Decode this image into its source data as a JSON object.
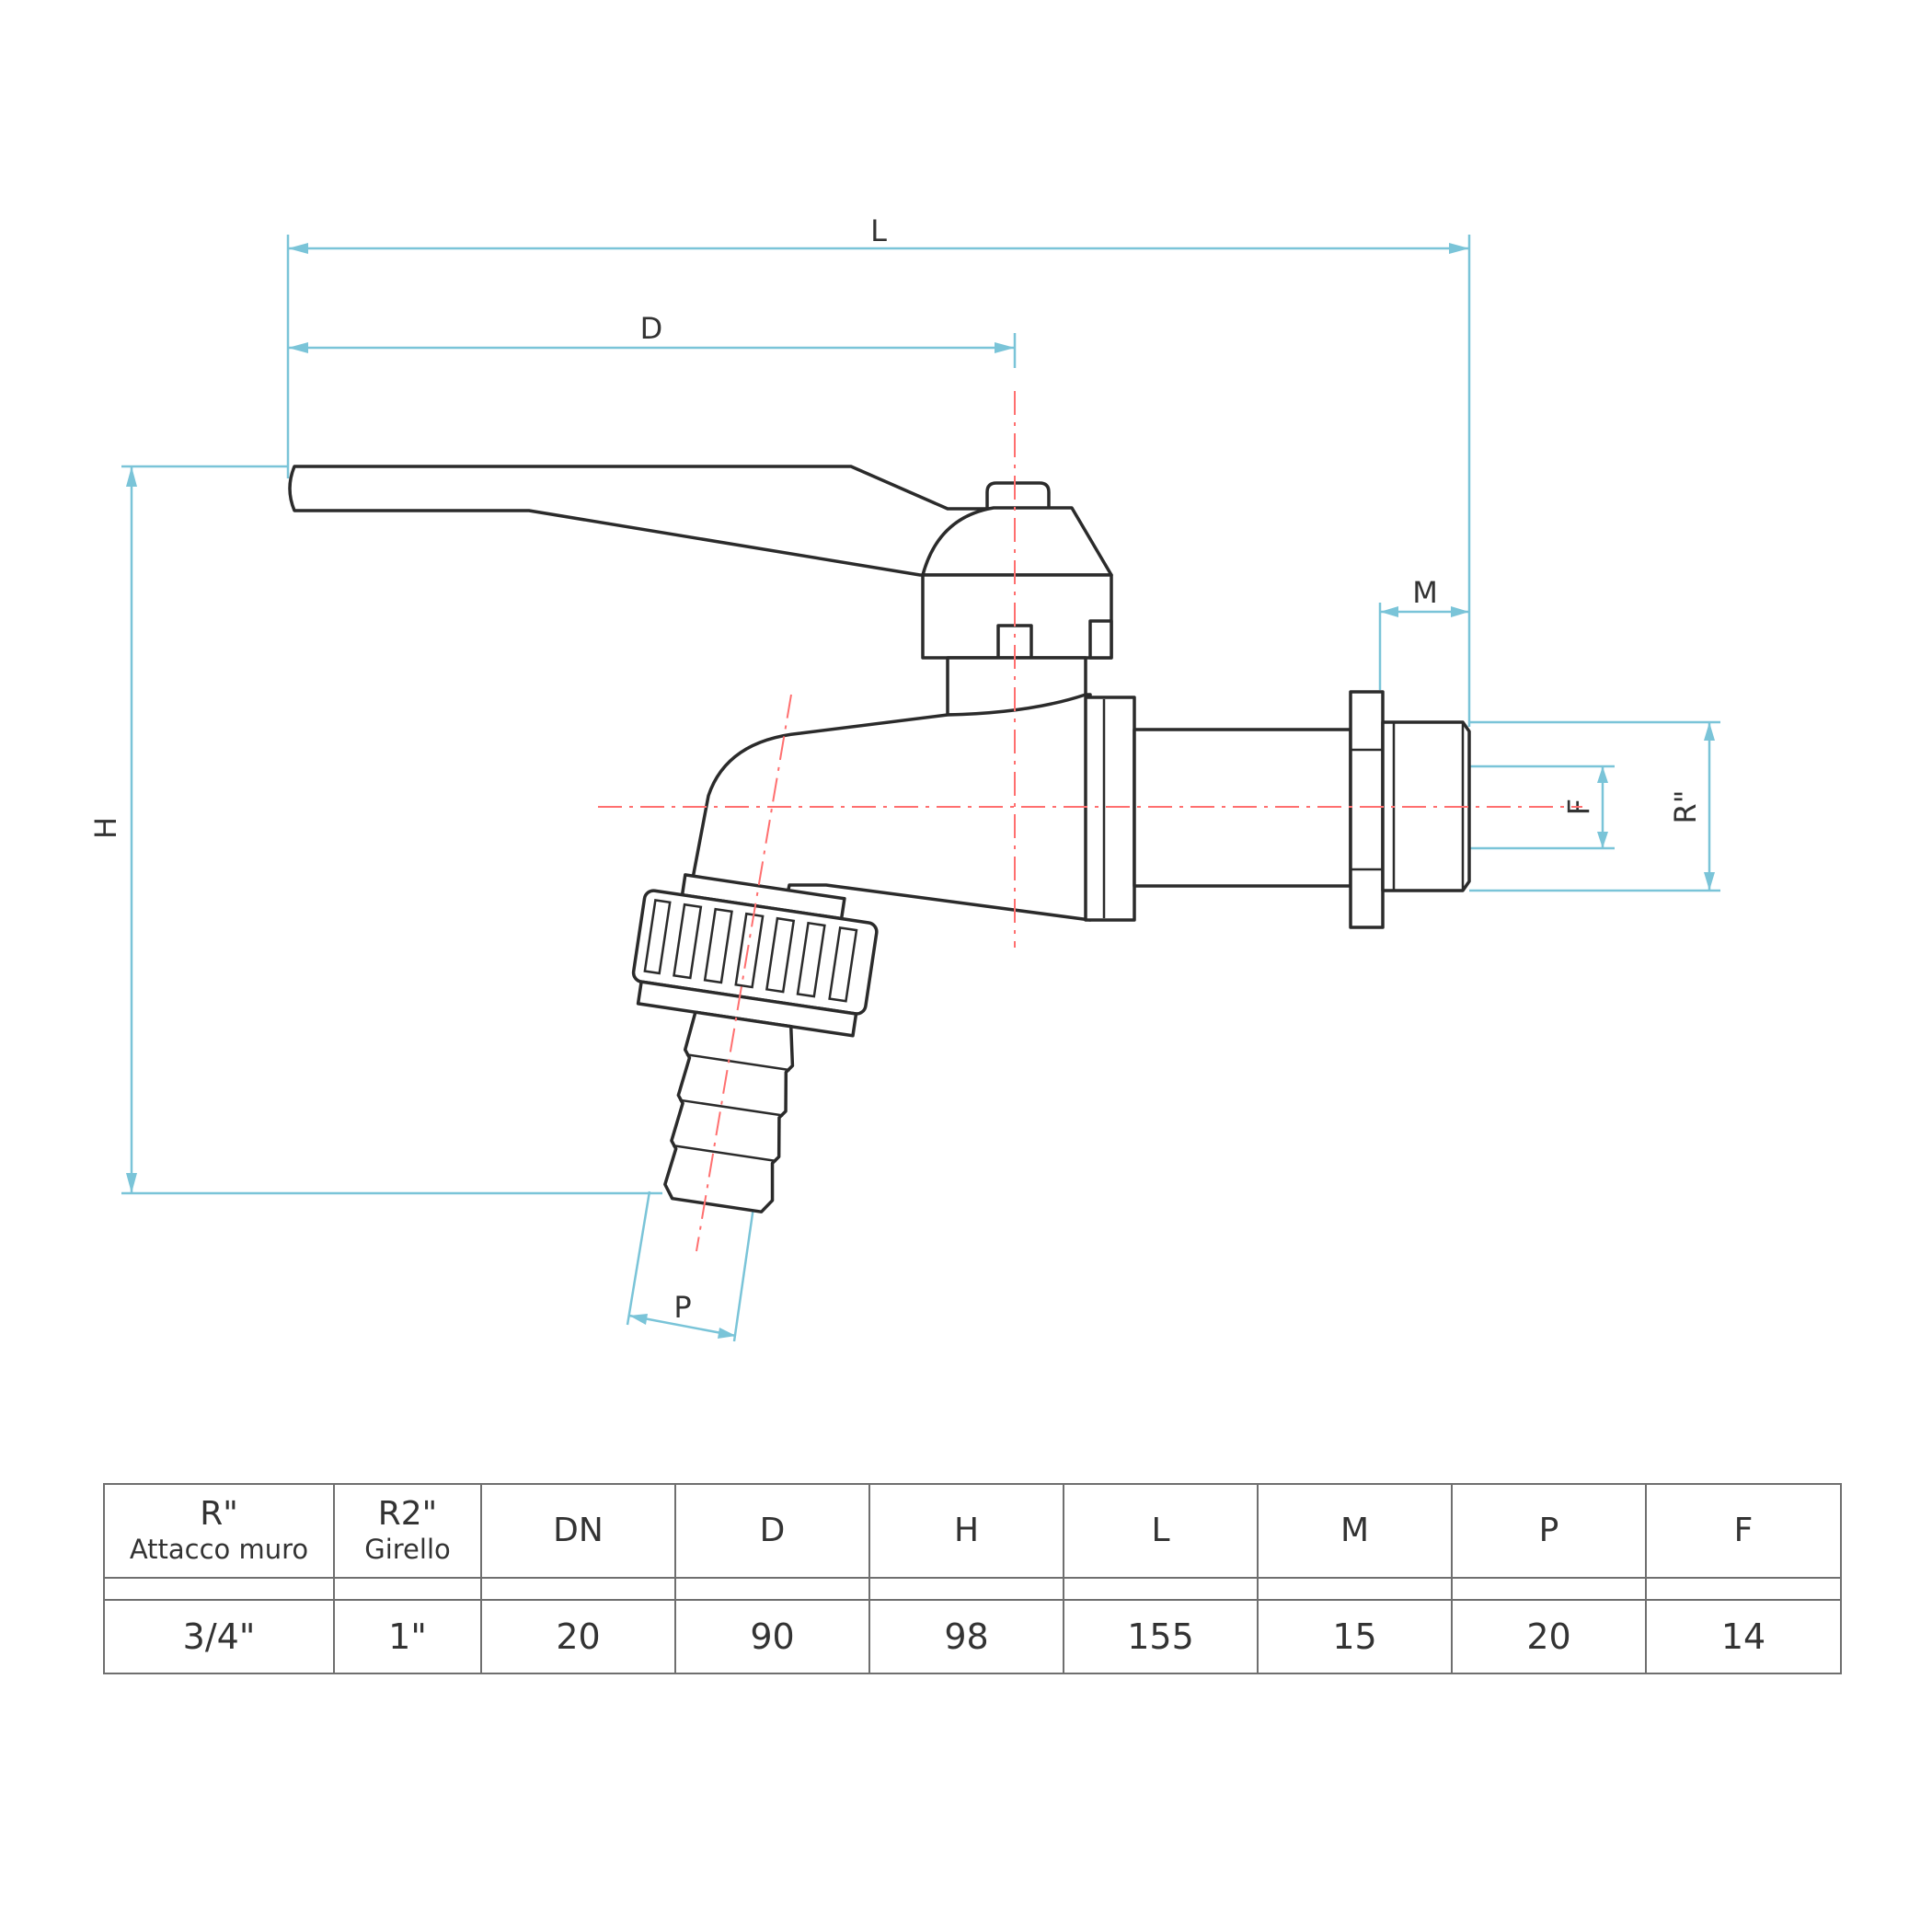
{
  "drawing": {
    "labels": {
      "L": "L",
      "D": "D",
      "H": "H",
      "M": "M",
      "F": "F",
      "R": "R\"",
      "P": "P"
    }
  },
  "table": {
    "headers": [
      {
        "main": "R\"",
        "sub": "Attacco muro"
      },
      {
        "main": "R2\"",
        "sub": "Girello"
      },
      {
        "main": "DN"
      },
      {
        "main": "D"
      },
      {
        "main": "H"
      },
      {
        "main": "L"
      },
      {
        "main": "M"
      },
      {
        "main": "P"
      },
      {
        "main": "F"
      }
    ],
    "values": [
      "3/4\"",
      "1\"",
      "20",
      "90",
      "98",
      "155",
      "15",
      "20",
      "14"
    ]
  },
  "colors": {
    "dimension_lines": "#7ac4d8",
    "center_lines": "#ff6f6f",
    "outline": "#2b2b2b"
  }
}
